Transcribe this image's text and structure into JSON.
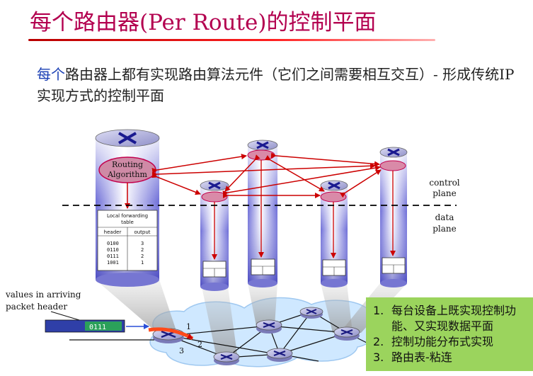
{
  "slide": {
    "title": "每个路由器(Per Route)的控制平面",
    "subtitle_lead": "每个",
    "subtitle_rest": "路由器上都有实现路由算法元件（它们之间需要相互交互）- 形成传统IP实现方式的控制平面"
  },
  "diagram": {
    "routing_algorithm": [
      "Routing",
      "Algorithm"
    ],
    "table_title": [
      "Local forwarding",
      "table"
    ],
    "table_headers": [
      "header",
      "output"
    ],
    "table_rows": [
      {
        "header": "0100",
        "output": "3"
      },
      {
        "header": "0110",
        "output": "2"
      },
      {
        "header": "0111",
        "output": "2"
      },
      {
        "header": "1001",
        "output": "1"
      }
    ],
    "control_plane_label": [
      "control",
      "plane"
    ],
    "data_plane_label": [
      "data",
      "plane"
    ],
    "packet_caption": [
      "values in arriving",
      "packet header"
    ],
    "packet_value": "0111",
    "port_labels": [
      "1",
      "2",
      "3"
    ]
  },
  "notes": [
    {
      "num": "1.",
      "text": "每台设备上既实现控制功能、又实现数据平面"
    },
    {
      "num": "2.",
      "text": "控制功能分布式实现"
    },
    {
      "num": "3.",
      "text": "路由表-粘连"
    }
  ],
  "colors": {
    "title": "#b3004f",
    "title_rule": "#e00000",
    "arrow": "#cc0000",
    "cylinder": "#b0b0ee",
    "note_box": "#9bd45d",
    "network": "#cfe8ff"
  }
}
